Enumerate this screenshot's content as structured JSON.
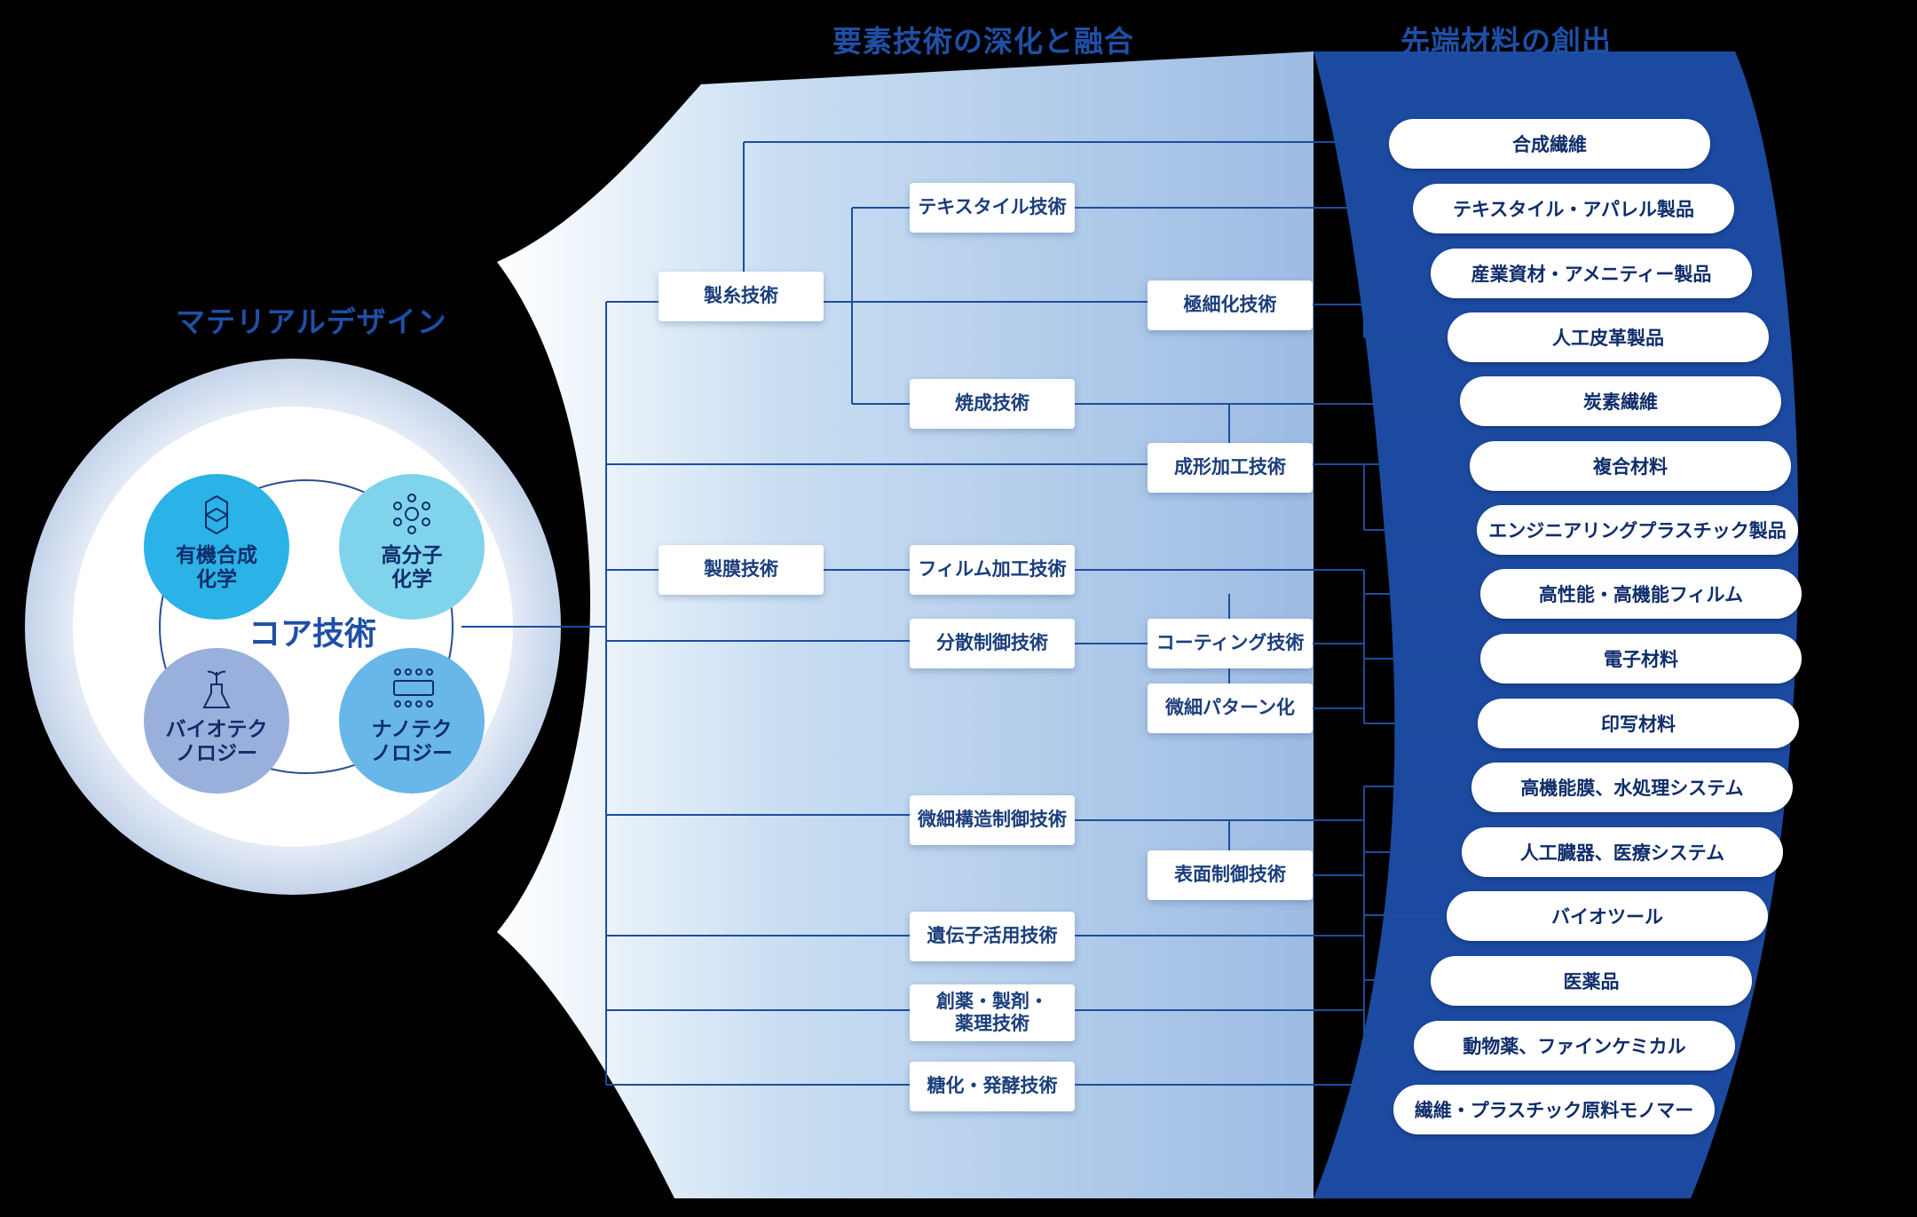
{
  "headings": {
    "left": "マテリアルデザイン",
    "middle": "要素技術の深化と融合",
    "right": "先端材料の創出"
  },
  "core": {
    "title": "コア技術",
    "items": [
      {
        "label": "有機合成\n化学",
        "icon": "molecule-icon",
        "color": "#2bb2e6"
      },
      {
        "label": "高分子\n化学",
        "icon": "polymer-icon",
        "color": "#7fd4ec"
      },
      {
        "label": "バイオテク\nノロジー",
        "icon": "flask-plant-icon",
        "color": "#9ab0dc"
      },
      {
        "label": "ナノテク\nノロジー",
        "icon": "nano-icon",
        "color": "#69b6e8"
      }
    ]
  },
  "techniques": {
    "seishi": "製糸技術",
    "seimaku": "製膜技術",
    "textile": "テキスタイル技術",
    "shosei": "焼成技術",
    "gokusaika": "極細化技術",
    "seikei": "成形加工技術",
    "film": "フィルム加工技術",
    "bunsan": "分散制御技術",
    "coating": "コーティング技術",
    "pattern": "微細パターン化",
    "bisai_kozo": "微細構造制御技術",
    "hyomen": "表面制御技術",
    "idenshi": "遺伝子活用技術",
    "soyaku": "創薬・製剤・\n薬理技術",
    "toka": "糖化・発酵技術"
  },
  "products": [
    "合成繊維",
    "テキスタイル・アパレル製品",
    "産業資材・アメニティー製品",
    "人工皮革製品",
    "炭素繊維",
    "複合材料",
    "エンジニアリングプラスチック製品",
    "高性能・高機能フィルム",
    "電子材料",
    "印写材料",
    "高機能膜、水処理システム",
    "人工臓器、医療システム",
    "バイオツール",
    "医薬品",
    "動物薬、ファインケミカル",
    "繊維・プラスチック原料モノマー"
  ],
  "colors": {
    "accent": "#1f4fa6",
    "band": "#1b4aa0",
    "line": "#1d4d9c"
  }
}
